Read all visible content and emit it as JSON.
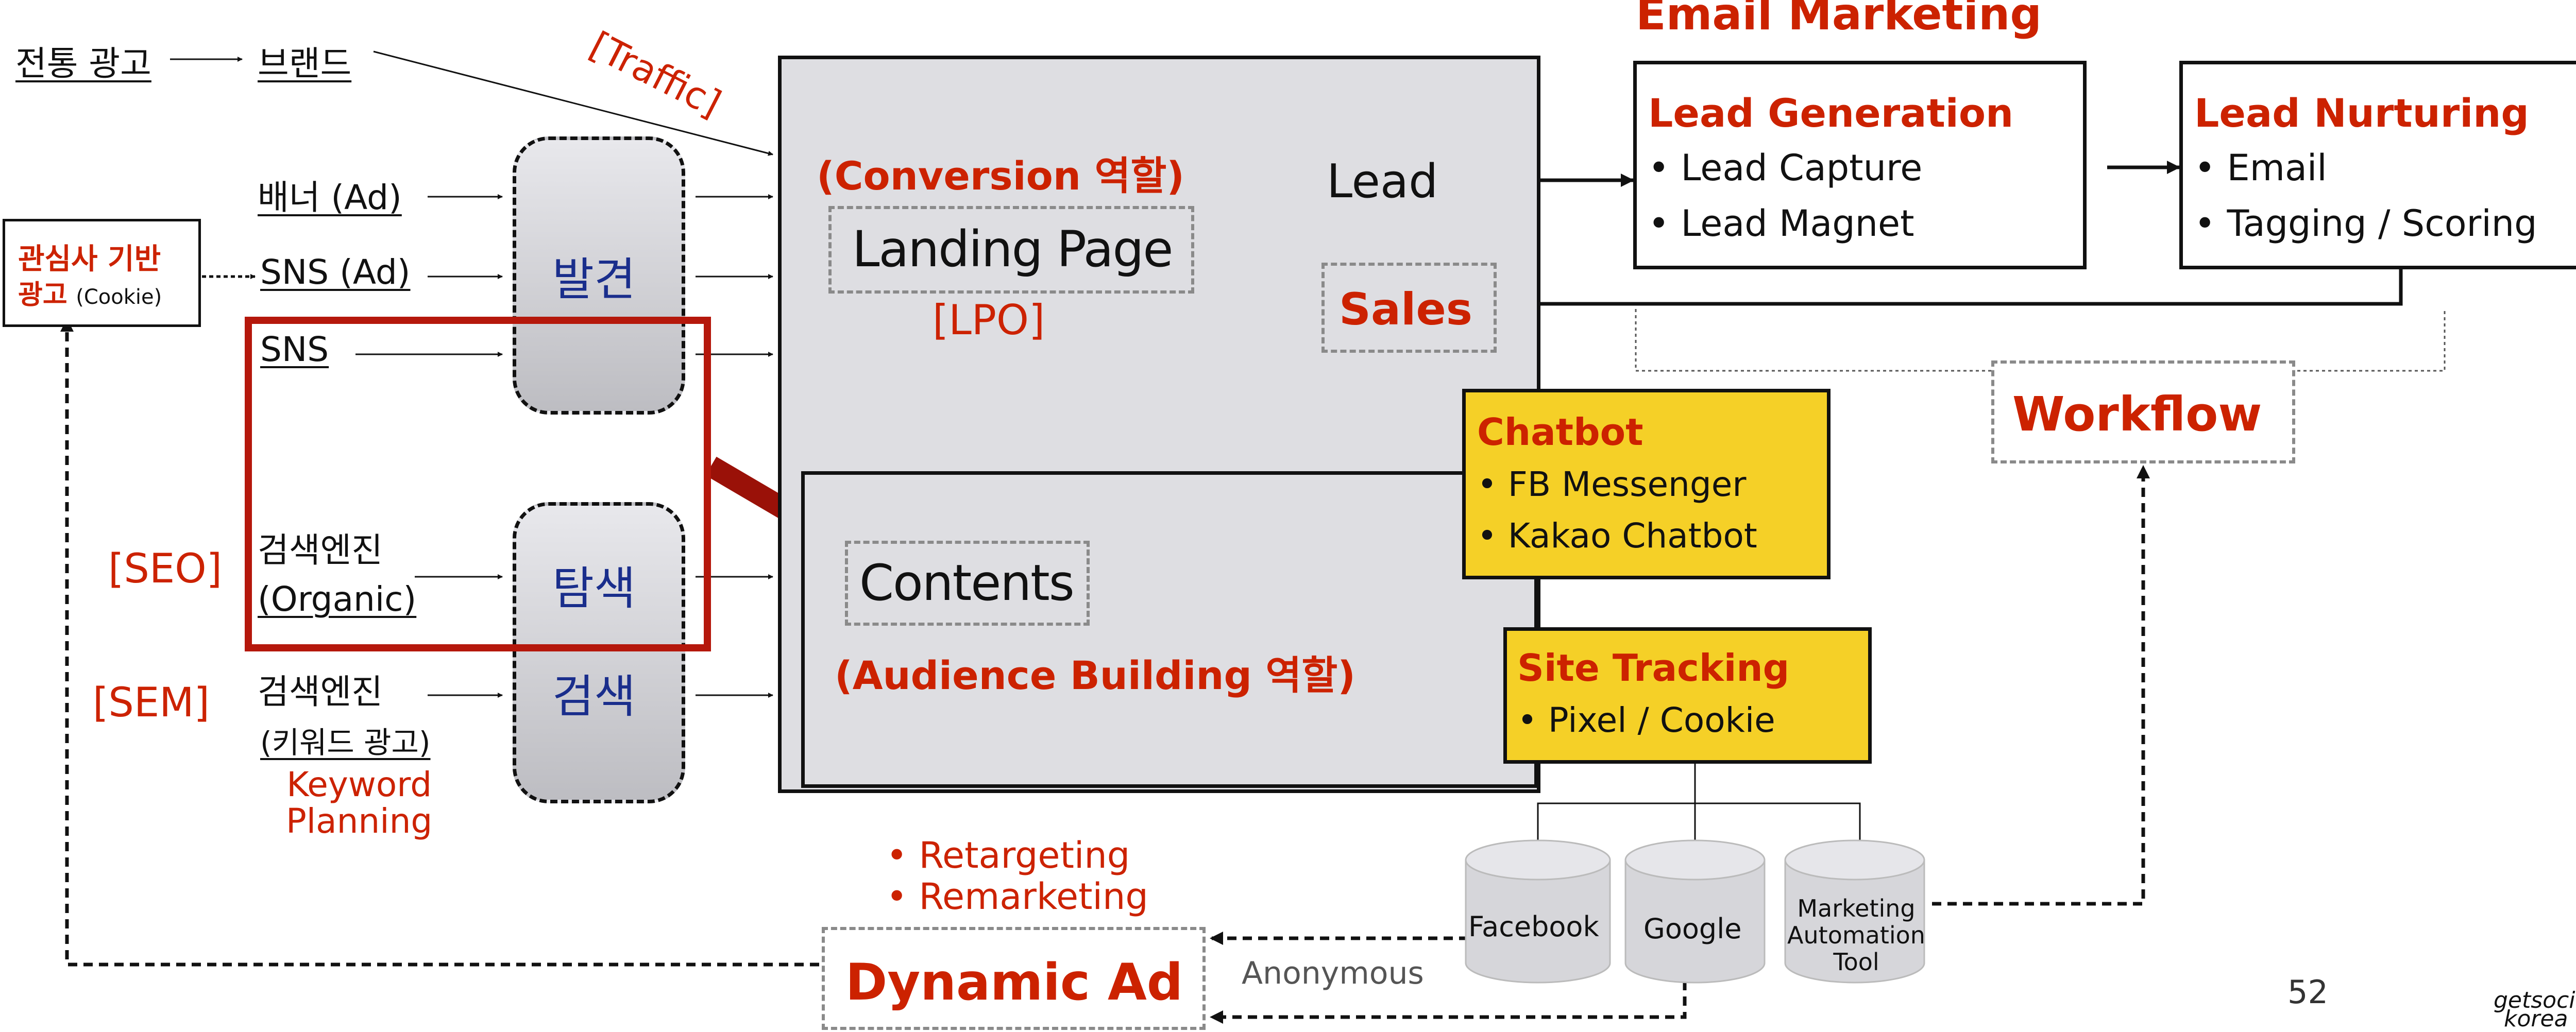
{
  "left": {
    "traditional_ad": "전통 광고",
    "brand": "브랜드",
    "banner_ad": "배너 (Ad)",
    "sns_ad": "SNS (Ad)",
    "sns": "SNS",
    "search_organic_1": "검색엔진",
    "search_organic_2": "(Organic)",
    "search_keyword_1": "검색엔진",
    "search_keyword_2": "(키워드 광고)",
    "interest_ad_1": "관심사 기반",
    "interest_ad_2": "광고",
    "cookie": "(Cookie)",
    "seo": "[SEO]",
    "sem": "[SEM]",
    "keyword_planning_1": "Keyword",
    "keyword_planning_2": "Planning",
    "discover": "발견",
    "explore": "탐색",
    "search": "검색",
    "traffic": "[Traffic]"
  },
  "center": {
    "conversion_role": "(Conversion 역할)",
    "landing_page": "Landing Page",
    "lpo": "[LPO]",
    "lead": "Lead",
    "sales": "Sales",
    "contents": "Contents",
    "audience_role": "(Audience Building 역할)"
  },
  "email": {
    "title": "Email Marketing",
    "lead_gen_title": "Lead Generation",
    "lead_gen_items": [
      "• Lead Capture",
      "• Lead Magnet"
    ],
    "nurturing_title": "Lead Nurturing",
    "nurturing_items": [
      "• Email",
      "• Tagging / Scoring"
    ],
    "workflow": "Workflow"
  },
  "chatbot": {
    "title": "Chatbot",
    "items": [
      "• FB Messenger",
      "• Kakao Chatbot"
    ]
  },
  "tracking": {
    "title": "Site Tracking",
    "items": [
      "• Pixel / Cookie"
    ]
  },
  "databases": [
    "Facebook",
    "Google"
  ],
  "mat": [
    "Marketing",
    "Automation",
    "Tool"
  ],
  "bottom": {
    "retargeting": "• Retargeting",
    "remarketing": "• Remarketing",
    "dynamic_ad": "Dynamic Ad",
    "anonymous": "Anonymous",
    "page_number": "52",
    "logo_1": "getsocial",
    "logo_2": "korea"
  },
  "colors": {
    "red": "#cc2200",
    "yellow": "#f5d027",
    "gray_box": "#dedee2",
    "blue_text": "#1a2e8c"
  }
}
